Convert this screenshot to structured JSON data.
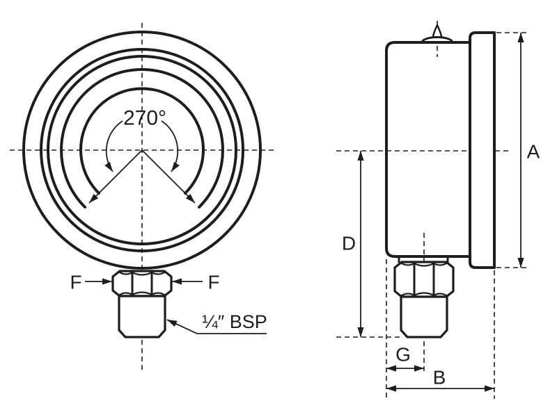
{
  "drawing": {
    "description": "pressure gauge dimensional drawing, front and side views",
    "colors": {
      "line": "#1d1d1b",
      "background": "#ffffff"
    },
    "front_view": {
      "sweep_label": "270°",
      "flat_label_left": "F",
      "flat_label_right": "F",
      "thread_label": "¼″ BSP"
    },
    "side_view": {
      "dim_a_label": "A",
      "dim_b_label": "B",
      "dim_d_label": "D",
      "dim_g_label": "G"
    }
  }
}
